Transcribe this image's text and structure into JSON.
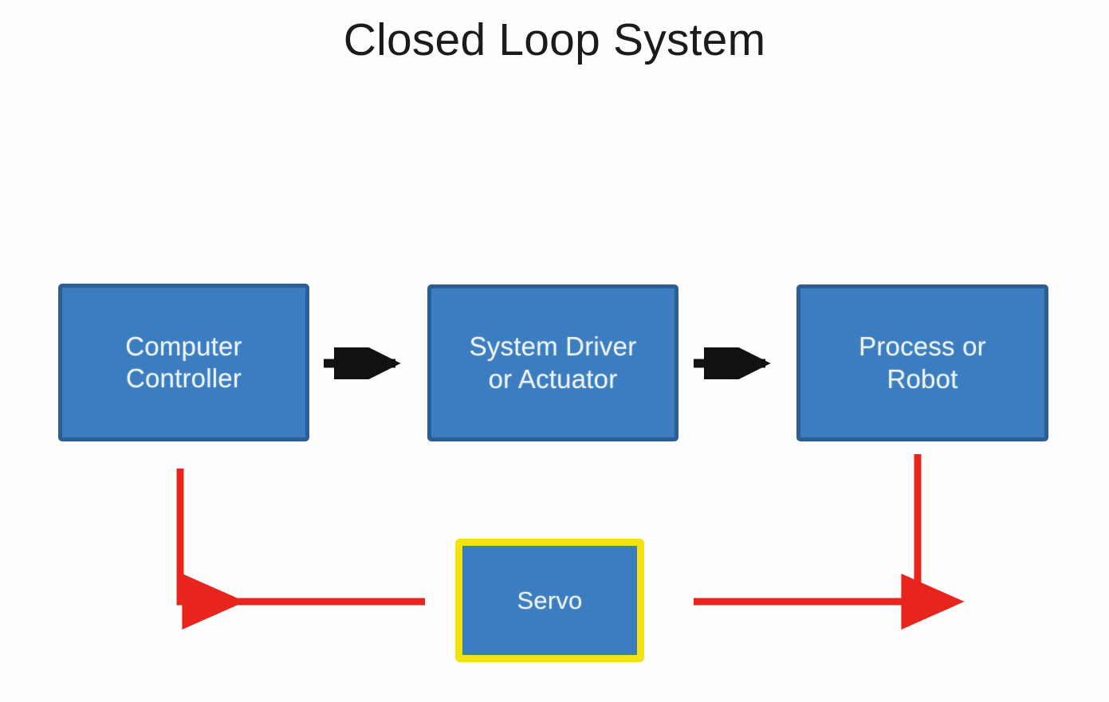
{
  "diagram": {
    "title": "Closed Loop System",
    "type": "block-diagram",
    "background_color": "#fefefe"
  },
  "colors": {
    "node_fill": "#3b7dc0",
    "node_border": "#2b5e93",
    "node_text": "#eaf3fb",
    "highlight_border": "#f2e212",
    "forward_arrow": "#111111",
    "feedback_arrow": "#e8251c",
    "title_text": "#1b1b1b"
  },
  "nodes": [
    {
      "id": "controller",
      "label": "Computer\nController",
      "line1": "Computer",
      "line2": "Controller",
      "highlighted": false
    },
    {
      "id": "driver",
      "label": "System Driver\nor Actuator",
      "line1": "System Driver",
      "line2": "or Actuator",
      "highlighted": false
    },
    {
      "id": "process",
      "label": "Process or\nRobot",
      "line1": "Process or",
      "line2": "Robot",
      "highlighted": false
    },
    {
      "id": "servo",
      "label": "Servo",
      "line1": "Servo",
      "line2": "",
      "highlighted": true
    }
  ],
  "connections": [
    {
      "id": "forward-1",
      "from": "controller",
      "to": "driver",
      "kind": "forward",
      "color": "#111111",
      "arrowhead": "right"
    },
    {
      "id": "forward-2",
      "from": "driver",
      "to": "process",
      "kind": "forward",
      "color": "#111111",
      "arrowhead": "right"
    },
    {
      "id": "feedback-left",
      "from": "servo",
      "to": "controller",
      "kind": "feedback",
      "color": "#e8251c",
      "arrowhead": "left"
    },
    {
      "id": "feedback-right",
      "from": "process",
      "to": "servo",
      "kind": "feedback",
      "color": "#e8251c",
      "arrowhead": "left"
    }
  ]
}
